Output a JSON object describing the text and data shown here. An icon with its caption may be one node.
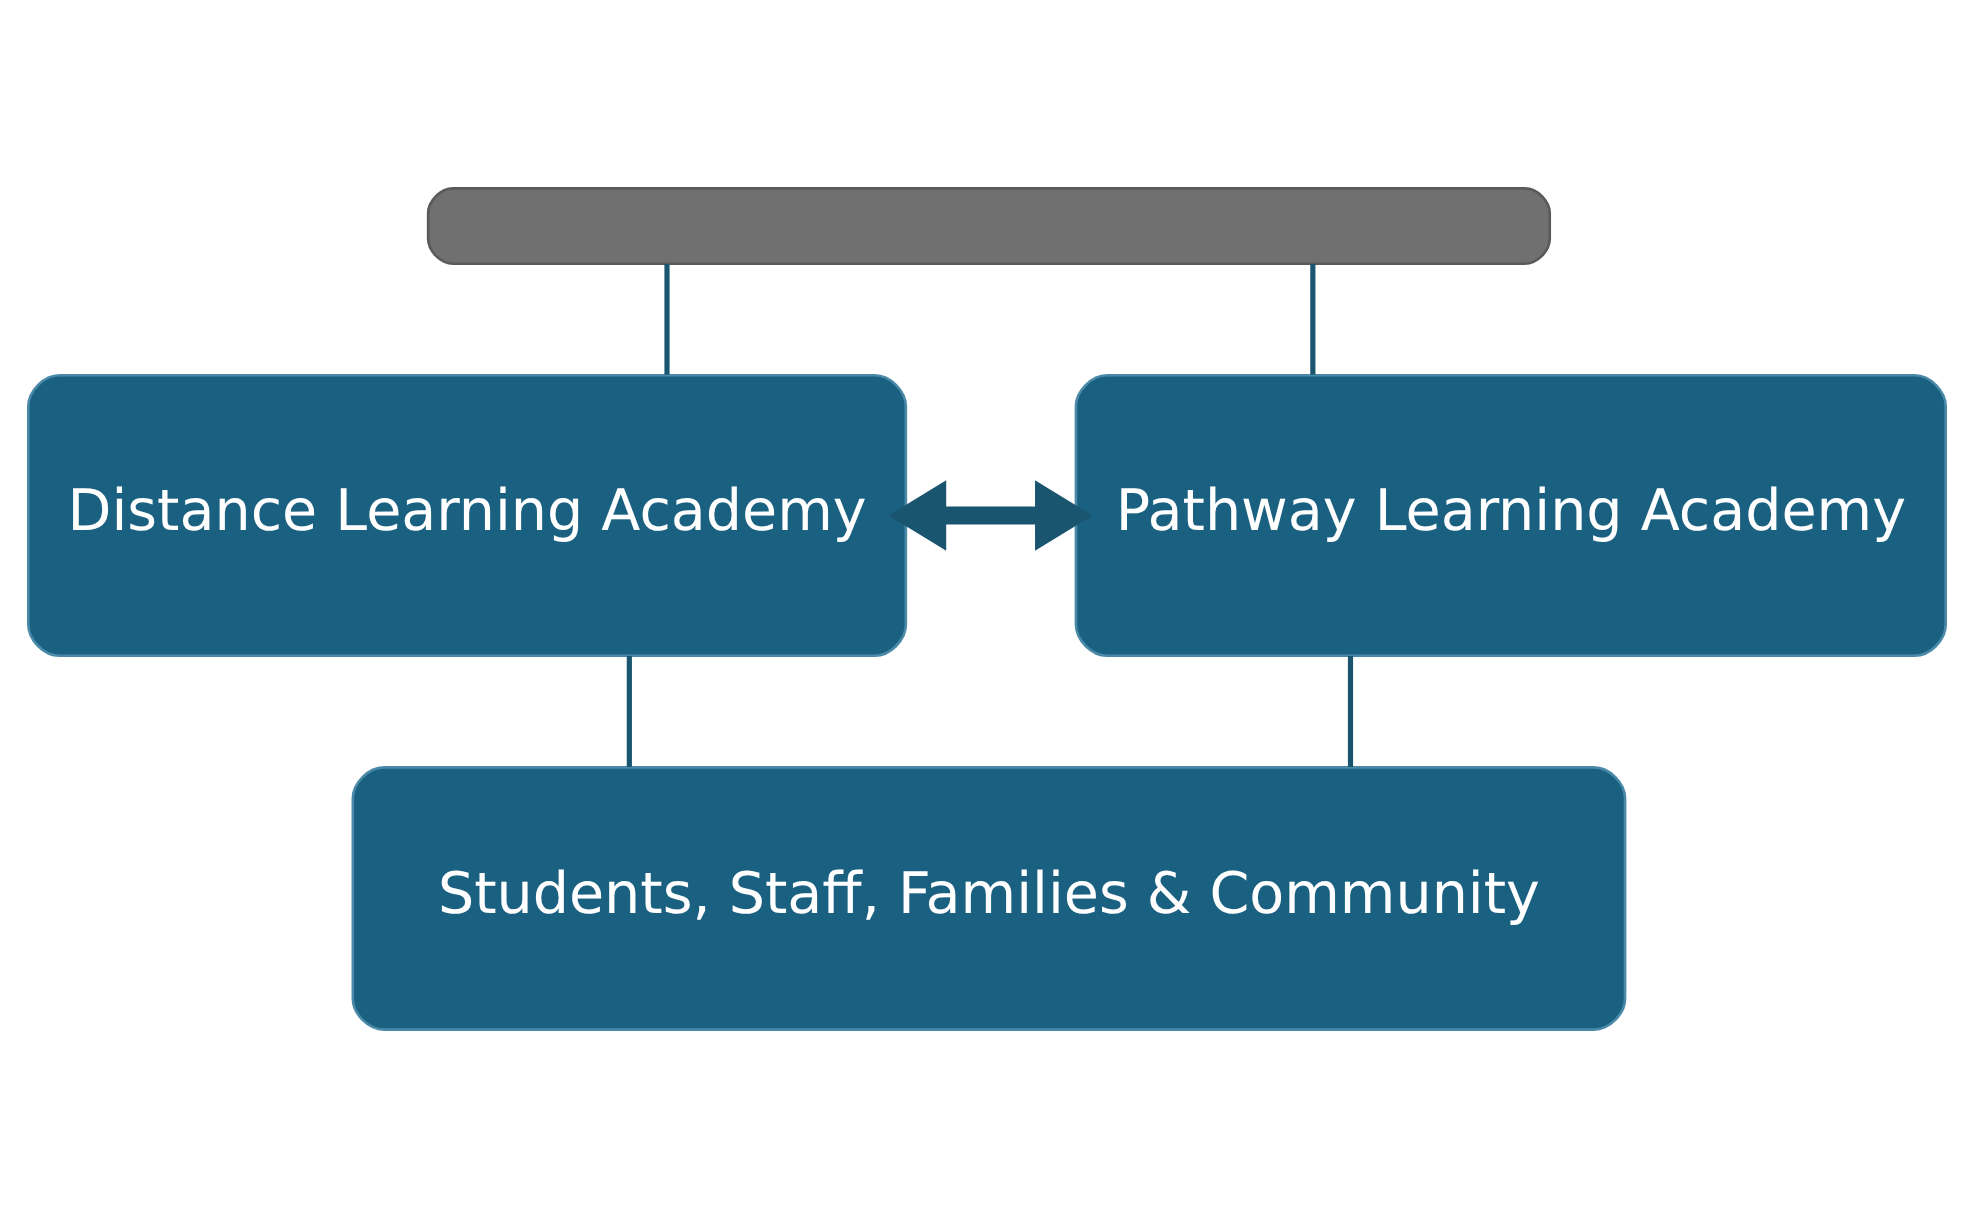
{
  "diagram": {
    "nodes": [
      {
        "text": [],
        "shape": "box"
      },
      {
        "text": [
          "Distance Learning Academy"
        ]
      },
      {
        "text": [
          "Pathway Learning Academy"
        ]
      },
      {
        "text": [
          "Students, Staff, Families & Community"
        ]
      }
    ],
    "edges": [
      {
        "from": 0,
        "to": 1,
        "arrow": "none"
      },
      {
        "from": 0,
        "to": 2,
        "arrow": "none"
      },
      {
        "from": 1,
        "to": 2,
        "arrow": "both",
        "style": "thick"
      },
      {
        "from": 1,
        "to": 3,
        "arrow": "none"
      },
      {
        "from": 2,
        "to": 3,
        "arrow": "none"
      }
    ]
  }
}
